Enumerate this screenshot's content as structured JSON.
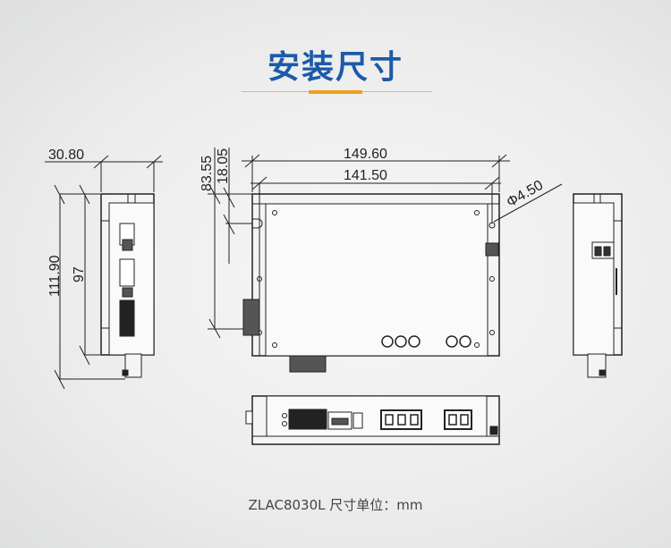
{
  "header": {
    "title": "安装尺寸"
  },
  "dimensions": {
    "side_width": "30.80",
    "side_total_height": "111.90",
    "side_body_height": "97",
    "front_total_width": "149.60",
    "front_hole_spacing": "141.50",
    "front_hole_vertical": "83.55",
    "front_slot_offset": "18.05",
    "hole_diameter": "Φ4.50"
  },
  "caption": {
    "text": "ZLAC8030L  尺寸单位：mm"
  },
  "colors": {
    "title": "#1b5aa8",
    "accent": "#f0a020"
  }
}
